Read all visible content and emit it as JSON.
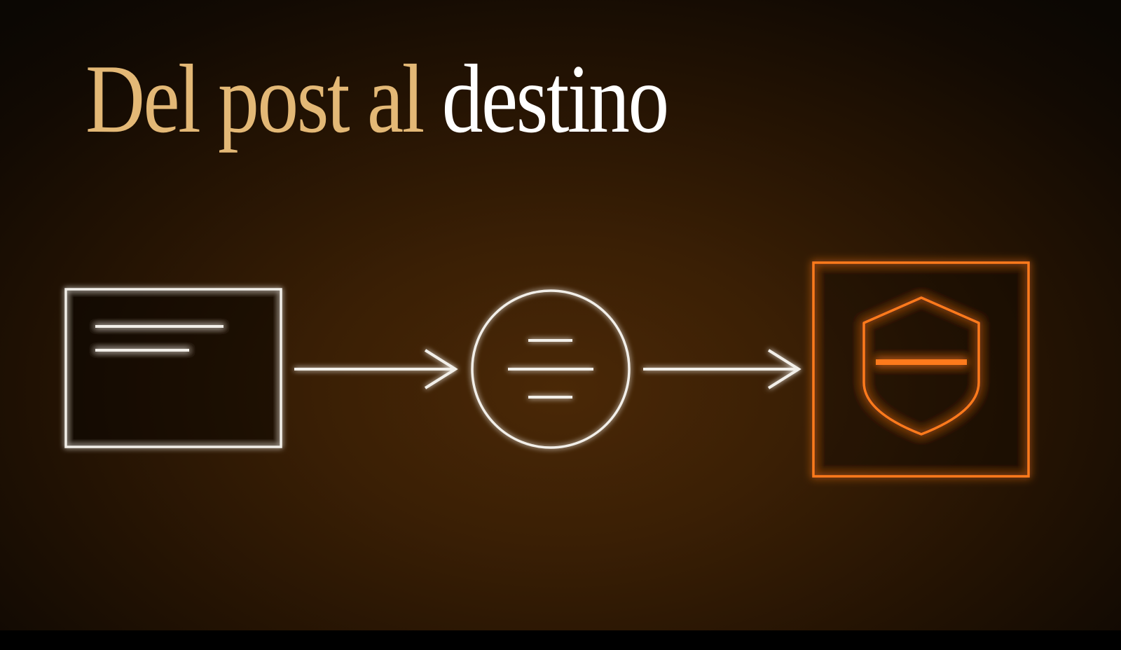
{
  "title": {
    "part1": "Del post al ",
    "part2": "destino"
  },
  "colors": {
    "title_accent": "#e3b876",
    "title_highlight": "#ffffff",
    "stroke": "#f2efe9",
    "destination": "#ff7a1f"
  },
  "diagram": {
    "nodes": [
      {
        "id": "post",
        "icon": "document-card-icon"
      },
      {
        "id": "filter",
        "icon": "filter-circle-icon"
      },
      {
        "id": "destination",
        "icon": "shield-icon"
      }
    ],
    "edges": [
      {
        "from": "post",
        "to": "filter"
      },
      {
        "from": "filter",
        "to": "destination"
      }
    ]
  }
}
